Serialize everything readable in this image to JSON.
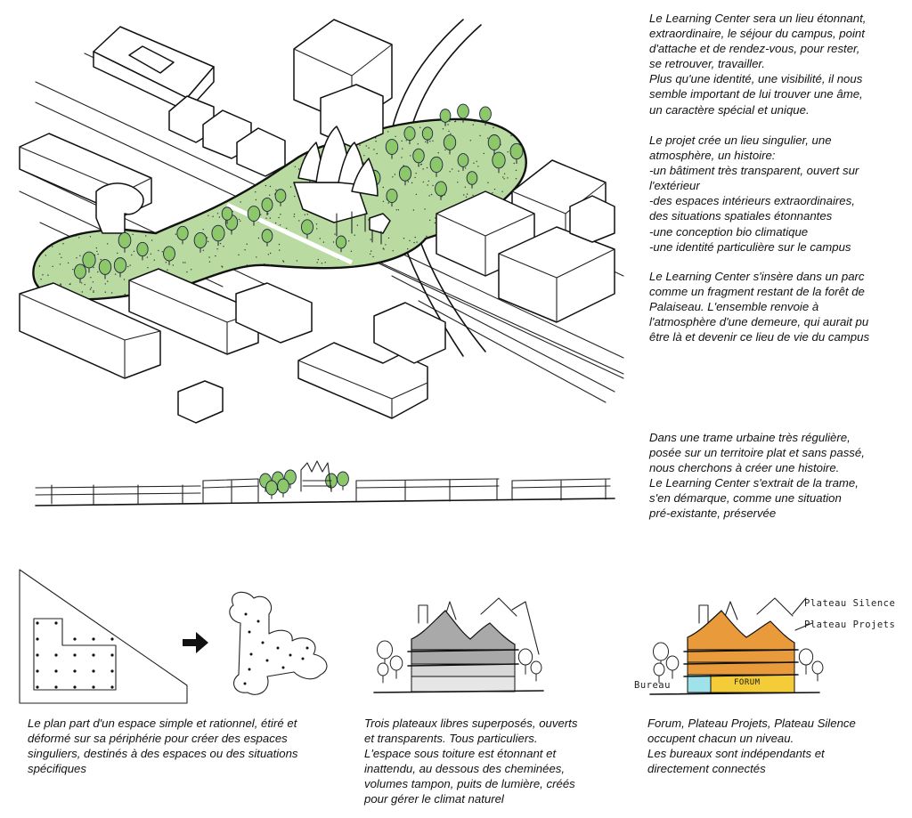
{
  "colors": {
    "park_green": "#b9dba2",
    "tree_green": "#8cc76a",
    "roof_gray": "#a9a9a9",
    "floor_gray": "#d2d2d2",
    "roof_orange": "#e99a3b",
    "forum_yellow": "#f3cc38",
    "bureau_cyan": "#9fe2ea",
    "ink": "#111111"
  },
  "texts": {
    "intro": "Le Learning Center sera un lieu étonnant,\nextraordinaire, le séjour du campus, point\nd'attache et de rendez-vous, pour rester,\nse retrouver, travailler.\nPlus qu'une identité, une visibilité, il nous\nsemble important de lui trouver une âme,\nun caractère spécial et unique.",
    "projet": "Le projet crée un lieu singulier, une\natmosphère, un histoire:\n-un bâtiment très transparent, ouvert sur\nl'extérieur\n-des espaces intérieurs extraordinaires,\ndes situations spatiales étonnantes\n-une conception bio climatique\n-une identité particulière sur le campus",
    "parc": "Le Learning Center s'insère dans un parc\ncomme un fragment restant de la forêt de\nPalaiseau. L'ensemble renvoie à\nl'atmosphère d'une demeure, qui aurait pu\nêtre là et devenir ce lieu de vie du campus",
    "trame": "Dans une trame urbaine très régulière,\nposée sur un territoire plat et sans passé,\nnous cherchons à créer une histoire.\nLe Learning Center s'extrait de la trame,\ns'en démarque, comme une situation\npré-existante, préservée",
    "plan": "Le plan part d'un espace simple et rationnel, étiré et\ndéformé sur sa périphérie pour créer des espaces\nsinguliers, destinés à des espaces ou des situations\nspécifiques",
    "plateaux": "Trois plateaux libres superposés, ouverts\net transparents. Tous particuliers.\nL'espace sous toiture est étonnant et\ninattendu, au dessous des cheminées,\nvolumes tampon, puits de lumière, créés\npour gérer le climat naturel",
    "forum": "Forum, Plateau Projets, Plateau Silence\noccupent chacun un niveau.\nLes bureaux sont indépendants et\ndirectement connectés"
  },
  "labels": {
    "plateau_silence": "Plateau Silence",
    "plateau_projets": "Plateau Projets",
    "bureau": "Bureau",
    "forum": "FORUM"
  },
  "icons": [
    "arrow-right-icon"
  ]
}
